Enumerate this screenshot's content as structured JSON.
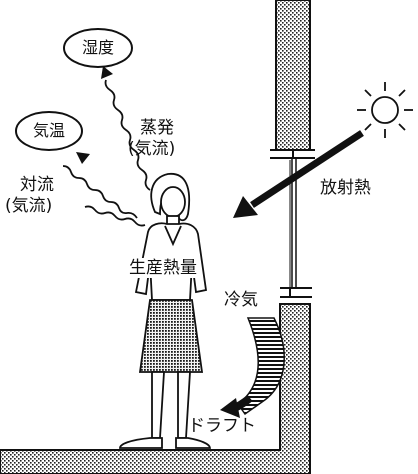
{
  "labels": {
    "humidity": "湿度",
    "air_temperature": "気温",
    "evaporation": "蒸発",
    "evaporation_airflow": "(気流)",
    "convection": "対流",
    "convection_airflow": "(気流)",
    "radiant_heat": "放射熱",
    "heat_production": "生産熱量",
    "cold_air": "冷気",
    "draft": "ドラフト"
  }
}
